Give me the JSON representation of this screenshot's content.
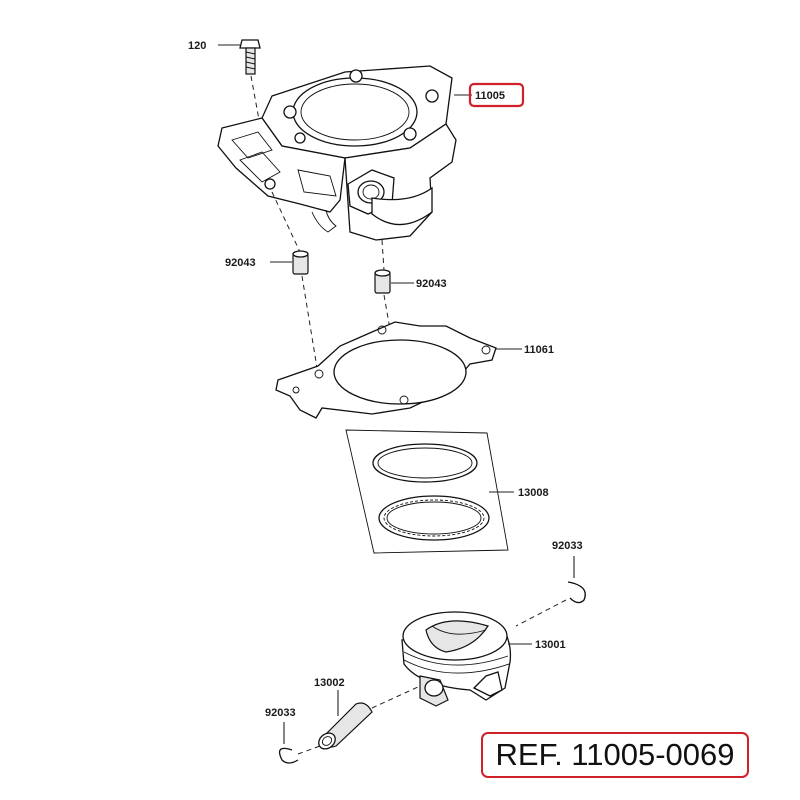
{
  "reference": {
    "text": "REF. 11005-0069"
  },
  "parts": {
    "bolt": "120",
    "cylinder": "11005",
    "dowel_left": "92043",
    "dowel_right": "92043",
    "gasket": "11061",
    "ring_set": "13008",
    "clip_right": "92033",
    "piston": "13001",
    "piston_pin": "13002",
    "clip_left": "92033"
  },
  "highlight_color": "#d0202a"
}
